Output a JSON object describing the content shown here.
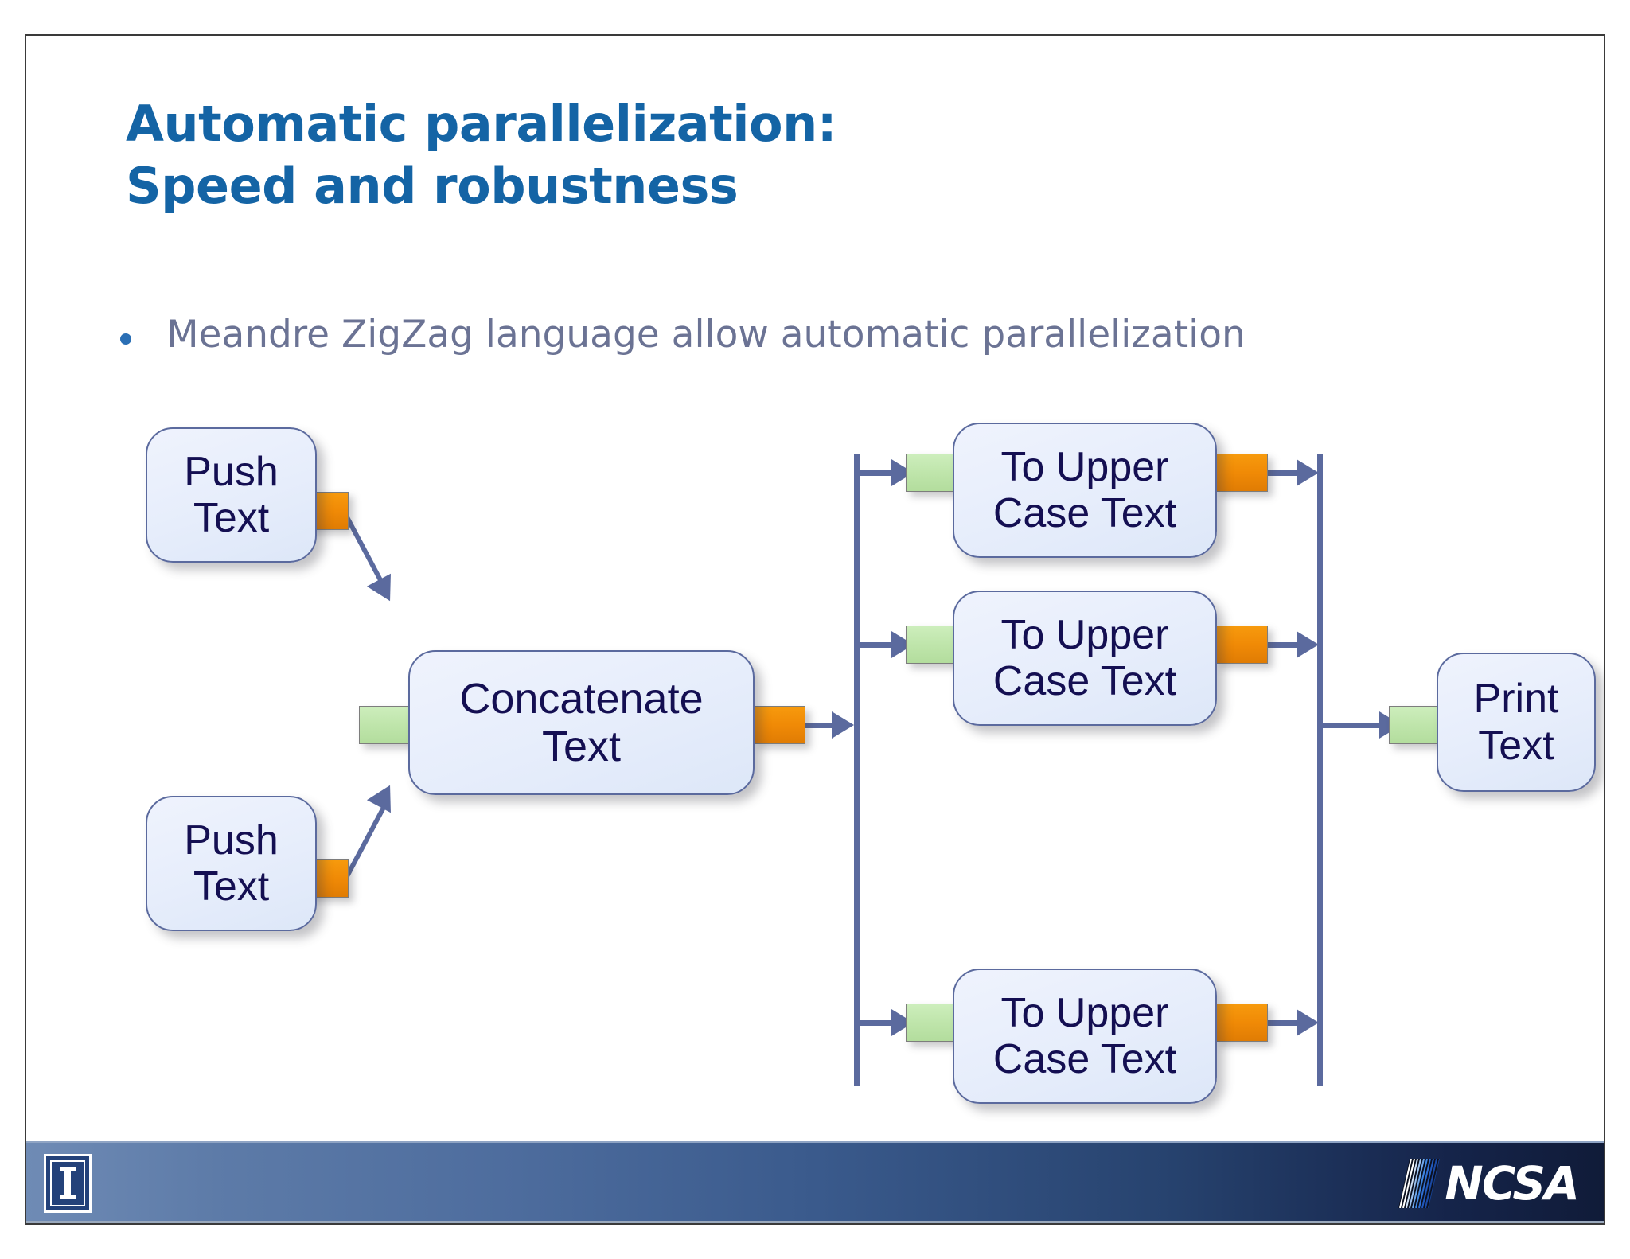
{
  "slide": {
    "title": "Automatic parallelization:\nSpeed and robustness",
    "bullets": [
      {
        "text": "Meandre ZigZag language allow automatic parallelization"
      }
    ],
    "colors": {
      "title": "#1464a5",
      "bullet_text": "#6b7394",
      "node_fill": "#e8eefb",
      "node_border": "#5b6a9e",
      "node_text": "#140f52",
      "output_port": "#f08a06",
      "input_port": "#bfe5ab",
      "connector": "#5b6a9e",
      "footer_left": "#6f8bb5",
      "footer_right": "#101b38"
    }
  },
  "diagram": {
    "type": "dataflow-graph",
    "nodes": [
      {
        "id": "push-text-1",
        "label": "Push\nText",
        "ports": {
          "in": false,
          "out": true
        }
      },
      {
        "id": "push-text-2",
        "label": "Push\nText",
        "ports": {
          "in": false,
          "out": true
        }
      },
      {
        "id": "concatenate",
        "label": "Concatenate\nText",
        "ports": {
          "in": true,
          "out": true
        }
      },
      {
        "id": "to-upper-1",
        "label": "To Upper\nCase Text",
        "ports": {
          "in": true,
          "out": true
        }
      },
      {
        "id": "to-upper-2",
        "label": "To Upper\nCase Text",
        "ports": {
          "in": true,
          "out": true
        }
      },
      {
        "id": "to-upper-3",
        "label": "To Upper\nCase Text",
        "ports": {
          "in": true,
          "out": true
        }
      },
      {
        "id": "print-text",
        "label": "Print\nText",
        "ports": {
          "in": true,
          "out": false
        }
      }
    ],
    "edges": [
      {
        "from": "push-text-1",
        "to": "concatenate"
      },
      {
        "from": "push-text-2",
        "to": "concatenate"
      },
      {
        "from": "concatenate",
        "to": "fan-out-bar"
      },
      {
        "from": "fan-out-bar",
        "to": "to-upper-1"
      },
      {
        "from": "fan-out-bar",
        "to": "to-upper-2"
      },
      {
        "from": "fan-out-bar",
        "to": "to-upper-3"
      },
      {
        "from": "to-upper-1",
        "to": "fan-in-bar"
      },
      {
        "from": "to-upper-2",
        "to": "fan-in-bar"
      },
      {
        "from": "to-upper-3",
        "to": "fan-in-bar"
      },
      {
        "from": "fan-in-bar",
        "to": "print-text"
      }
    ]
  },
  "footer": {
    "illinois_logo_alt": "I",
    "ncsa_logo_text": "NCSA"
  }
}
